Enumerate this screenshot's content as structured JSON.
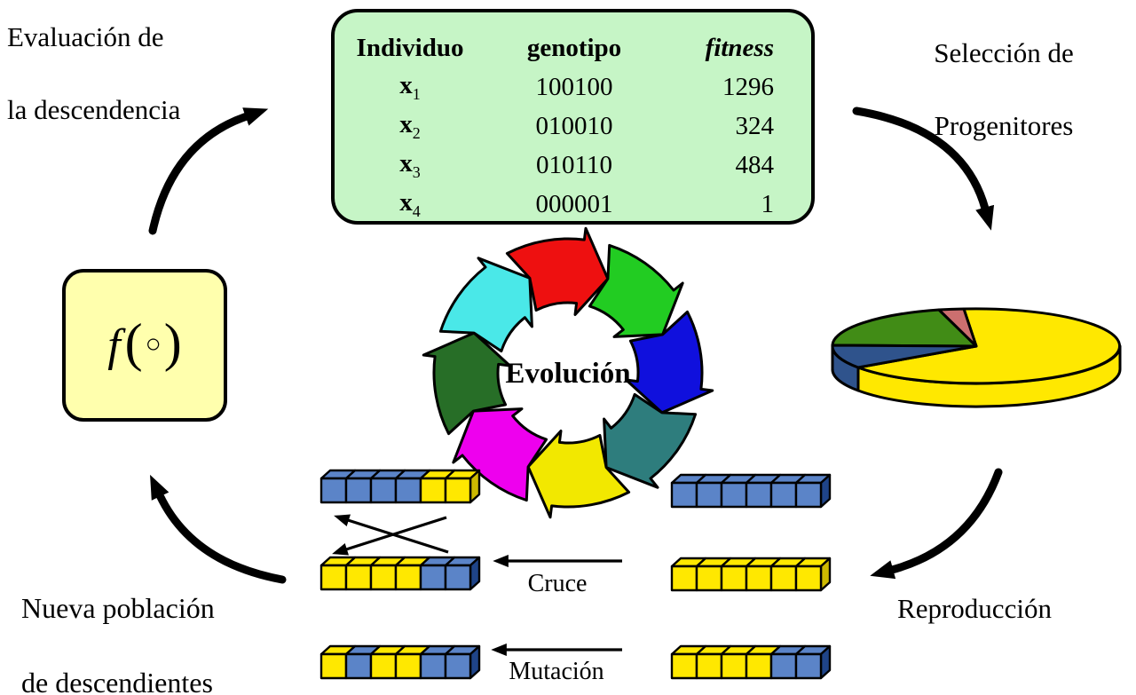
{
  "labels": {
    "evaluacion_line1": "Evaluación de",
    "evaluacion_line2": "la descendencia",
    "seleccion_line1": "Selección de",
    "seleccion_line2": "Progenitores",
    "reproduccion": "Reproducción",
    "nueva_line1": "Nueva población",
    "nueva_line2": "de descendientes",
    "cruce": "Cruce",
    "mutacion": "Mutación",
    "evolucion": "Evolución"
  },
  "fitness_box": {
    "f": "f",
    "open": "(",
    "ring": "○",
    "close": ")"
  },
  "population_table": {
    "headers": [
      "Individuo",
      "genotipo",
      "fitness"
    ],
    "rows": [
      [
        "x",
        "1",
        "100100",
        "1296"
      ],
      [
        "x",
        "2",
        "010010",
        "324"
      ],
      [
        "x",
        "3",
        "010110",
        "484"
      ],
      [
        "x",
        "4",
        "000001",
        "1"
      ]
    ]
  },
  "evolution_ring": {
    "colors": [
      "#ee1010",
      "#22cc22",
      "#1010dd",
      "#2e7d7d",
      "#f2e800",
      "#ee00ee",
      "#276e27",
      "#4ae8e8"
    ]
  },
  "selection_pie": {
    "colors": {
      "yellow": "#ffe800",
      "green": "#418c16",
      "navy": "#2f538c",
      "salmon": "#cc6f6f"
    },
    "fractions": {
      "yellow": 0.667,
      "green": 0.203,
      "navy": 0.103,
      "salmon": 0.027
    }
  },
  "chromosomes": {
    "left": [
      [
        "B",
        "B",
        "B",
        "B",
        "Y",
        "Y"
      ],
      [
        "Y",
        "Y",
        "Y",
        "Y",
        "B",
        "B"
      ],
      [
        "Y",
        "B",
        "Y",
        "Y",
        "B",
        "B"
      ]
    ],
    "right": [
      [
        "B",
        "B",
        "B",
        "B",
        "B",
        "B"
      ],
      [
        "Y",
        "Y",
        "Y",
        "Y",
        "Y",
        "Y"
      ],
      [
        "Y",
        "Y",
        "Y",
        "Y",
        "B",
        "B"
      ]
    ]
  },
  "cube_colors": {
    "B": {
      "face": "#5b84c8",
      "side": "#1f4488"
    },
    "Y": {
      "face": "#ffe800",
      "side": "#cdb900"
    }
  }
}
